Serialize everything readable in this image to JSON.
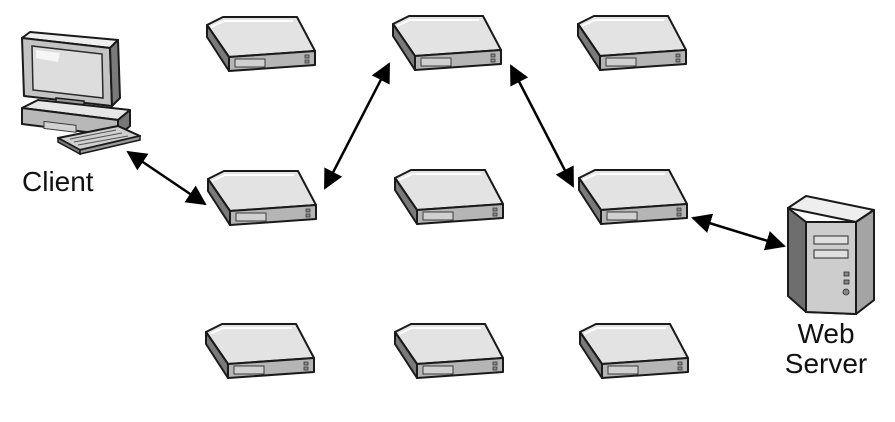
{
  "labels": {
    "client": "Client",
    "server_line1": "Web",
    "server_line2": "Server"
  },
  "nodes": {
    "relay_count": 9,
    "client_icon": "desktop-computer-icon",
    "server_icon": "tower-server-icon",
    "relay_icon": "network-relay-icon"
  },
  "colors": {
    "device_light": "#dcdcdc",
    "device_mid": "#a9a9a9",
    "device_dark": "#6e6e6e",
    "outline": "#1a1a1a",
    "arrow": "#000000",
    "background": "#ffffff"
  }
}
